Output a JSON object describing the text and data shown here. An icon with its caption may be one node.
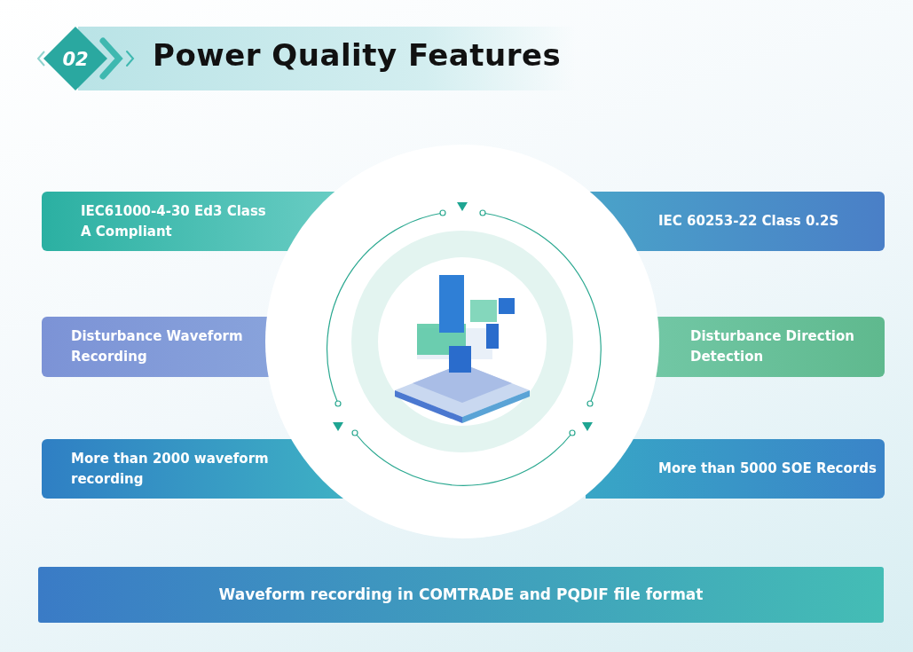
{
  "diagram": {
    "title": "Power Quality Features",
    "nodes": [
      {
        "text": [
          "02"
        ]
      },
      {
        "text": [
          "IEC61000-4-30 Ed3 Class A Compliant"
        ]
      },
      {
        "text": [
          "IEC 60253-22 Class 0.2S"
        ]
      },
      {
        "text": [
          "Disturbance Waveform Recording"
        ]
      },
      {
        "text": [
          "Disturbance Direction Detection"
        ]
      },
      {
        "text": [
          "More than 2000 waveform recording"
        ]
      },
      {
        "text": [
          "More than 5000 SOE Records"
        ]
      },
      {
        "text": [
          "Waveform recording in COMTRADE and PQDIF file format"
        ]
      }
    ],
    "edges": []
  }
}
